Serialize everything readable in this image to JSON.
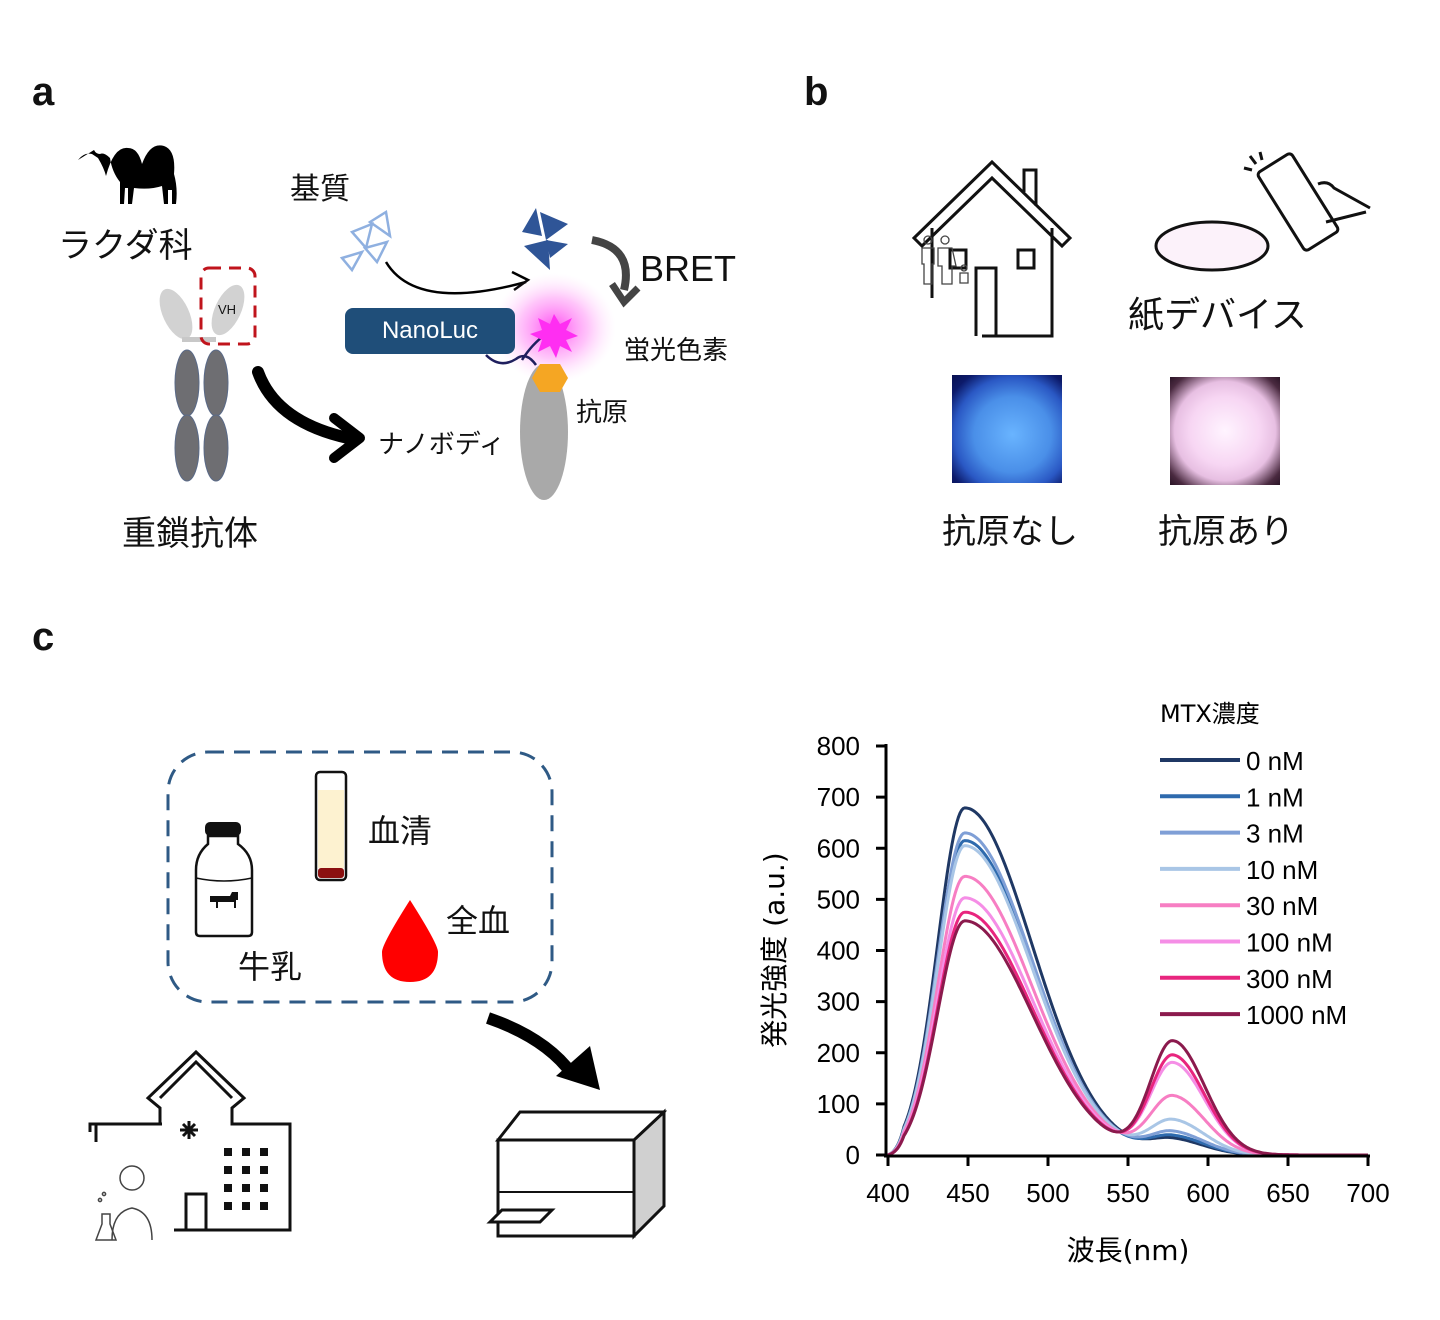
{
  "panels": {
    "a": {
      "label": "a",
      "camelid_label": "ラクダ科",
      "vh_label": "VH",
      "heavy_chain_antibody_label": "重鎖抗体",
      "nanobody_label": "ナノボディ",
      "substrate_label": "基質",
      "nanoluc_label": "NanoLuc",
      "bret_label": "BRET",
      "fluorophore_label": "蛍光色素",
      "antigen_label": "抗原"
    },
    "b": {
      "label": "b",
      "paper_device_label": "紙デバイス",
      "no_antigen_label": "抗原なし",
      "with_antigen_label": "抗原あり"
    },
    "c": {
      "label": "c",
      "serum_label": "血清",
      "milk_label": "牛乳",
      "whole_blood_label": "全血"
    }
  },
  "chart_data": {
    "type": "line",
    "title": "",
    "xlabel": "波長(nm)",
    "ylabel": "発光強度 (a.u.)",
    "xlim": [
      400,
      700
    ],
    "ylim": [
      0,
      800
    ],
    "xticks": [
      400,
      450,
      500,
      550,
      600,
      650,
      700
    ],
    "yticks": [
      0,
      100,
      200,
      300,
      400,
      500,
      600,
      700,
      800
    ],
    "grid": false,
    "legend_title": "MTX濃度",
    "legend_position": "top-right",
    "peaks_nm": [
      448,
      578
    ],
    "isosbestic_nm": 545,
    "series": [
      {
        "name": "0 nM",
        "color": "#1f3864",
        "peak_450": 679,
        "peak_580": 43
      },
      {
        "name": "1 nM",
        "color": "#2e6aad",
        "peak_450": 615,
        "peak_580": 49
      },
      {
        "name": "3 nM",
        "color": "#7f9fd6",
        "peak_450": 630,
        "peak_580": 57
      },
      {
        "name": "10 nM",
        "color": "#a9c6e6",
        "peak_450": 605,
        "peak_580": 80
      },
      {
        "name": "30 nM",
        "color": "#f77ec3",
        "peak_450": 545,
        "peak_580": 127
      },
      {
        "name": "100 nM",
        "color": "#f58ee6",
        "peak_450": 503,
        "peak_580": 192
      },
      {
        "name": "300 nM",
        "color": "#e8257e",
        "peak_450": 475,
        "peak_580": 207
      },
      {
        "name": "1000 nM",
        "color": "#8b1a4d",
        "peak_450": 458,
        "peak_580": 235
      }
    ]
  }
}
